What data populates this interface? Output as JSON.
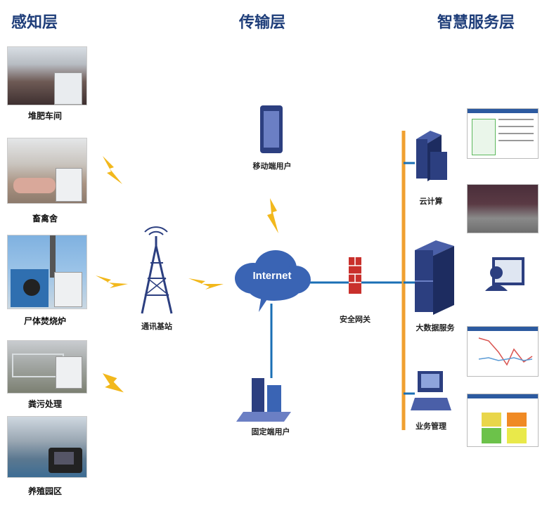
{
  "layers": {
    "perception": "感知层",
    "transport": "传输层",
    "service": "智慧服务层"
  },
  "sites": [
    {
      "label": "堆肥车间"
    },
    {
      "label": "畜禽舍"
    },
    {
      "label": "尸体焚烧炉"
    },
    {
      "label": "粪污处理"
    },
    {
      "label": "养殖园区"
    }
  ],
  "network": {
    "base_station": "通讯基站",
    "mobile_user": "移动端用户",
    "internet": "Internet",
    "fixed_user": "固定端用户",
    "security_gateway": "安全网关"
  },
  "services": {
    "cloud": "云计算",
    "big_data": "大数据服务",
    "business": "业务管理"
  },
  "colors": {
    "title": "#1f3e7a",
    "bus": "#f0a030",
    "link": "#1a6fb5",
    "internet_cloud": "#3a64b4",
    "lightning": "#f2b81c",
    "server": "#2c3f80"
  }
}
